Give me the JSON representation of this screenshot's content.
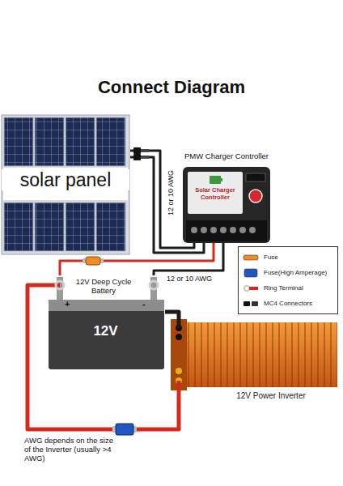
{
  "diagram": {
    "title": "Connect Diagram",
    "nodes": [
      {
        "text": [
          "solar panel"
        ]
      },
      {
        "text": [
          "PMW Charger Controller",
          "Solar Charger Controller"
        ]
      },
      {
        "text": [
          "12V Deep Cycle Battery",
          "12V"
        ]
      },
      {
        "text": [
          "12V Power Inverter"
        ]
      }
    ],
    "edges": [
      {
        "from": 0,
        "to": 1,
        "arrow": "none",
        "label": "12 or 10 AWG"
      },
      {
        "from": 0,
        "to": 1,
        "arrow": "none"
      },
      {
        "from": 1,
        "to": 2,
        "arrow": "none"
      },
      {
        "from": 1,
        "to": 2,
        "arrow": "none",
        "label": "12 or 10 AWG"
      },
      {
        "from": 2,
        "to": 3,
        "arrow": "none"
      },
      {
        "from": 2,
        "to": 3,
        "arrow": "none"
      }
    ],
    "labels": [
      "+",
      "-",
      "AWG depends on the size of the Inverter (usually >4 AWG)"
    ],
    "legend": [
      {
        "text": "Fuse",
        "color": "#f08c24"
      },
      {
        "text": "Fuse(High Amperage)",
        "color": "#1f56c2"
      },
      {
        "text": "Ring Terminal"
      },
      {
        "text": "MC4 Connectors"
      }
    ]
  }
}
